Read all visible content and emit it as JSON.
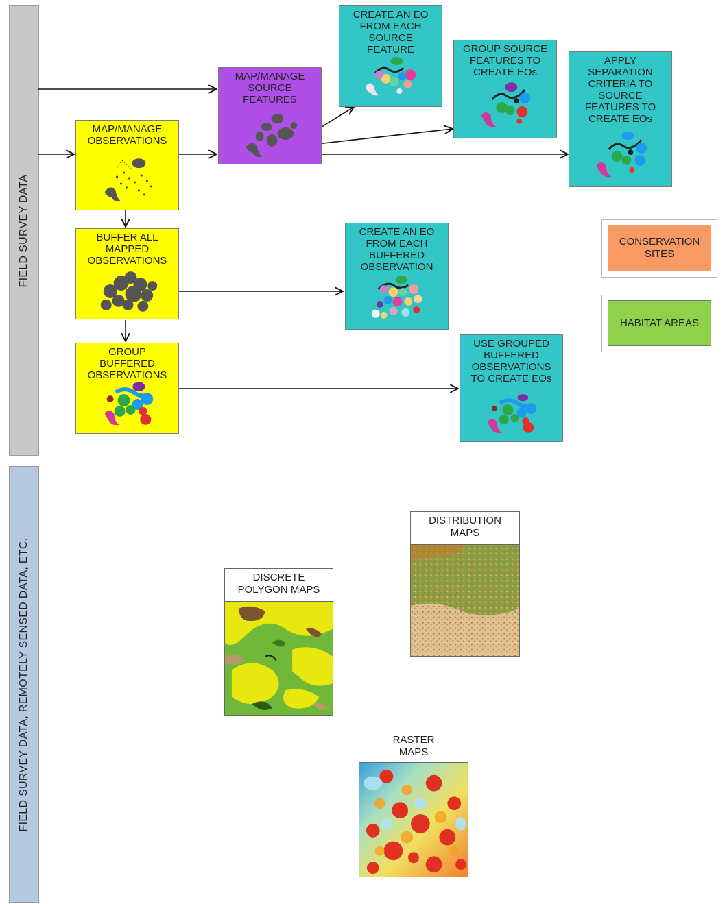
{
  "colors": {
    "observation_yellow": "#ffff00",
    "source_purple": "#b04fe8",
    "eo_teal": "#33c6c6",
    "conservation_orange": "#f79a63",
    "habitat_green": "#8fd04c",
    "sidebar_grey": "#c8c8c8",
    "sidebar_blue": "#b7c9e0",
    "arrow": "#111111"
  },
  "sidebars": {
    "field_survey": "FIELD SURVEY DATA",
    "remote_sensed": "FIELD SURVEY DATA, REMOTELY SENSED DATA, ETC."
  },
  "boxes": {
    "map_manage_observations": "MAP/MANAGE\nOBSERVATIONS",
    "buffer_all_mapped": "BUFFER ALL\nMAPPED\nOBSERVATIONS",
    "group_buffered": "GROUP\nBUFFERED\nOBSERVATIONS",
    "map_manage_source": "MAP/MANAGE\nSOURCE\nFEATURES",
    "create_eo_each_source": "CREATE AN EO\nFROM EACH\nSOURCE\nFEATURE",
    "group_source_features": "GROUP SOURCE\nFEATURES TO\nCREATE EOs",
    "apply_separation": "APPLY\nSEPARATION\nCRITERIA TO\nSOURCE\nFEATURES TO\nCREATE EOs",
    "create_eo_each_buffered": "CREATE AN EO\nFROM EACH\nBUFFERED\nOBSERVATION",
    "use_grouped_buffered": "USE GROUPED\nBUFFERED\nOBSERVATIONS\nTO CREATE EOs"
  },
  "legend": {
    "conservation_sites": "CONSERVATION\nSITES",
    "habitat_areas": "HABITAT AREAS"
  },
  "maps": {
    "discrete_polygon": "DISCRETE\nPOLYGON MAPS",
    "distribution": "DISTRIBUTION\nMAPS",
    "raster": "RASTER\nMAPS"
  }
}
